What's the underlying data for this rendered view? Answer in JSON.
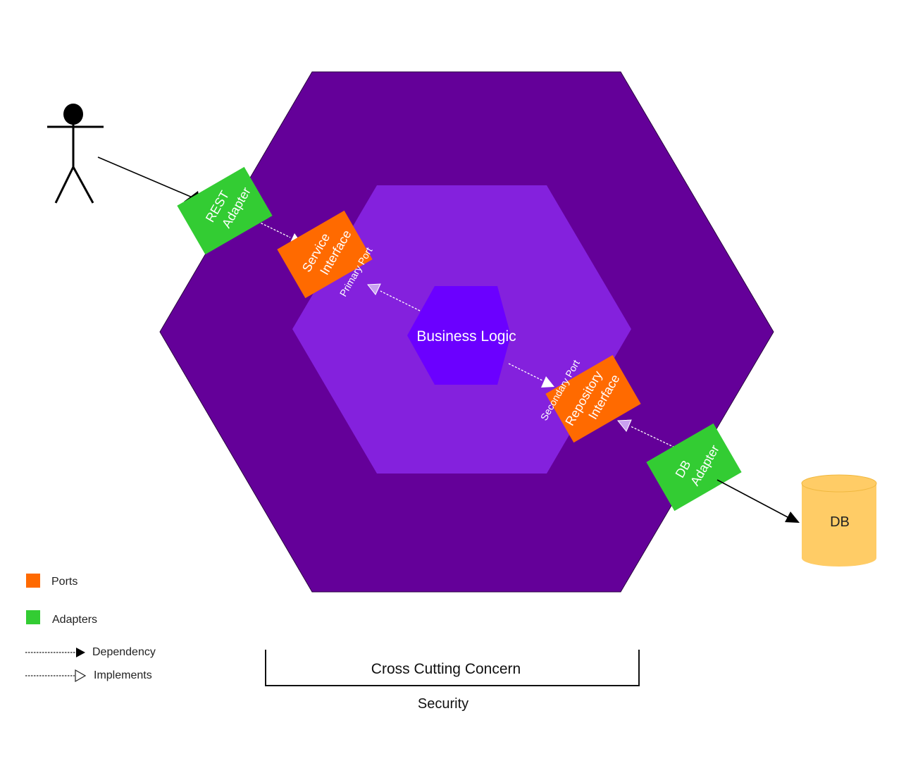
{
  "diagram": {
    "core_label": "Business Logic",
    "ports": {
      "service": {
        "line1": "Service",
        "line2": "Interface"
      },
      "repository": {
        "line1": "Repository",
        "line2": "Interface"
      }
    },
    "adapters": {
      "rest": {
        "line1": "REST",
        "line2": "Adapter"
      },
      "db": {
        "line1": "DB",
        "line2": "Adapter"
      }
    },
    "port_labels": {
      "primary": "Primary Port",
      "secondary": "Secondary Port"
    },
    "database_label": "DB",
    "cross_cutting": {
      "title": "Cross Cutting Concern",
      "item": "Security"
    }
  },
  "legend": {
    "ports": "Ports",
    "adapters": "Adapters",
    "dependency": "Dependency",
    "implements": "Implements"
  },
  "colors": {
    "outer_hexagon": "#640099",
    "inner_hexagon": "#8421DD",
    "core_hexagon": "#6B00FF",
    "port": "#FF6A00",
    "adapter": "#33CC33",
    "database": "#FFCC66"
  }
}
